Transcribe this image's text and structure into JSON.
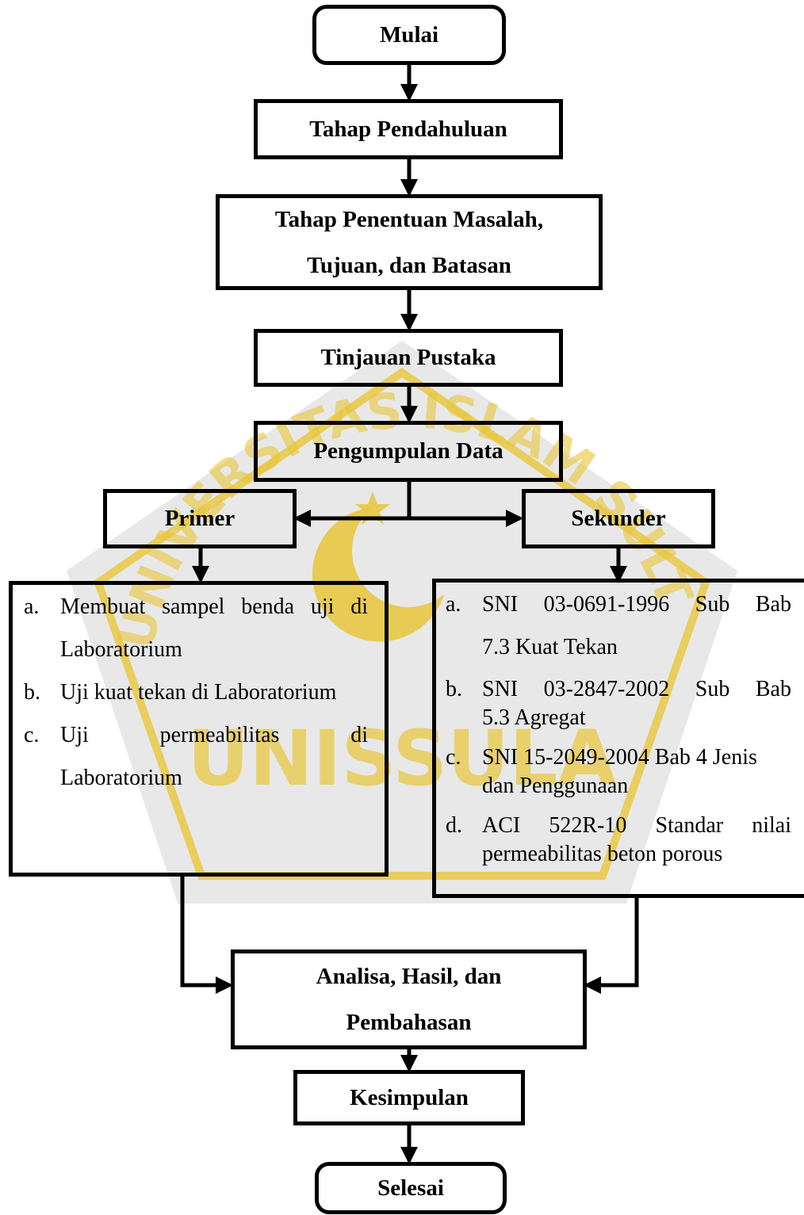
{
  "watermark": {
    "arc_text": "UNIVERSITAS ISLAM SULTAN AGUNG",
    "name": "UNISSULA",
    "color": "#e8c63a",
    "bg_color": "#c8c8c8"
  },
  "nodes": {
    "start": "Mulai",
    "prelim": "Tahap Pendahuluan",
    "problem_line1": "Tahap Penentuan Masalah,",
    "problem_line2": "Tujuan, dan Batasan",
    "literature": "Tinjauan Pustaka",
    "collection": "Pengumpulan Data",
    "primary": "Primer",
    "secondary": "Sekunder",
    "analysis_line1": "Analisa, Hasil, dan",
    "analysis_line2": "Pembahasan",
    "conclusion": "Kesimpulan",
    "end": "Selesai"
  },
  "primary_items": [
    {
      "marker": "a.",
      "line1": "Membuat sampel benda uji di",
      "line2": "Laboratorium"
    },
    {
      "marker": "b.",
      "line1": "Uji kuat tekan di Laboratorium"
    },
    {
      "marker": "c.",
      "line1": "Uji permeabilitas di",
      "line2": "Laboratorium"
    }
  ],
  "secondary_items": [
    {
      "marker": "a.",
      "line1": "SNI 03-0691-1996 Sub Bab",
      "line2": "7.3 Kuat Tekan"
    },
    {
      "marker": "b.",
      "line1": "SNI 03-2847-2002 Sub Bab",
      "line2": "5.3 Agregat"
    },
    {
      "marker": "c.",
      "line1": "SNI 15-2049-2004 Bab 4 Jenis",
      "line2": "dan Penggunaan"
    },
    {
      "marker": "d.",
      "line1": "ACI 522R-10 Standar nilai",
      "line2": "permeabilitas beton porous"
    }
  ]
}
